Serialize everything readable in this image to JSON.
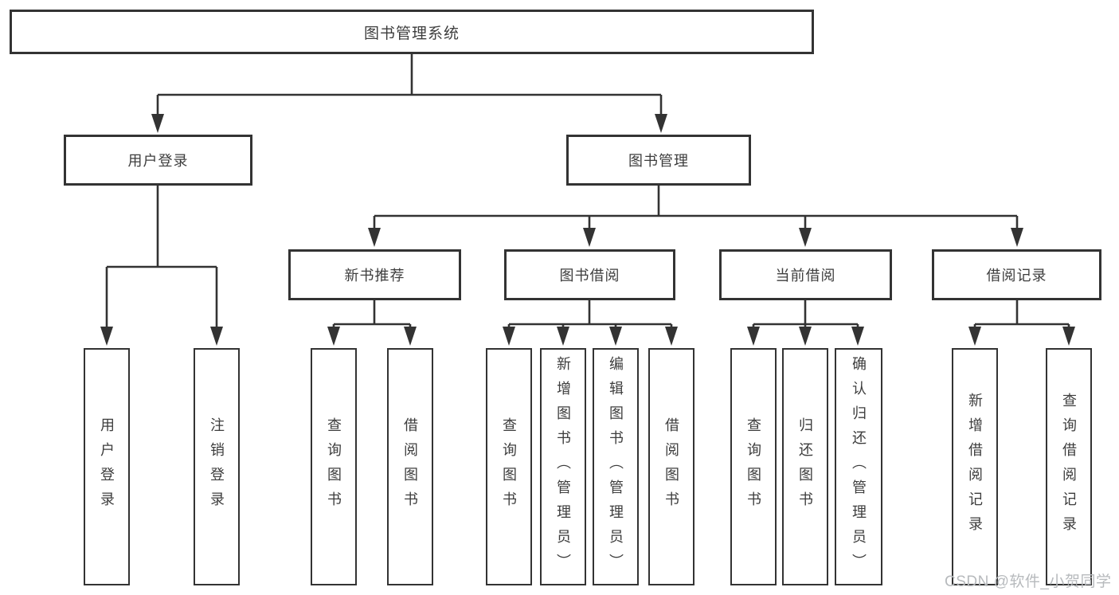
{
  "tree": {
    "root": "图书管理系统",
    "children": [
      {
        "label": "用户登录",
        "children": [
          "用户登录",
          "注销登录"
        ]
      },
      {
        "label": "图书管理",
        "children": [
          {
            "label": "新书推荐",
            "children": [
              "查询图书",
              "借阅图书"
            ]
          },
          {
            "label": "图书借阅",
            "children": [
              "查询图书",
              "新增图书（管理员）",
              "编辑图书（管理员）",
              "借阅图书"
            ]
          },
          {
            "label": "当前借阅",
            "children": [
              "查询图书",
              "归还图书",
              "确认归还（管理员）"
            ]
          },
          {
            "label": "借阅记录",
            "children": [
              "新增借阅记录",
              "查询借阅记录"
            ]
          }
        ]
      }
    ]
  },
  "watermark": "CSDN @软件_小贺同学",
  "colors": {
    "line": "#333333",
    "box_border": "#333333",
    "text": "#3d3d3d",
    "watermark": "#b7babd",
    "background": "#ffffff"
  }
}
